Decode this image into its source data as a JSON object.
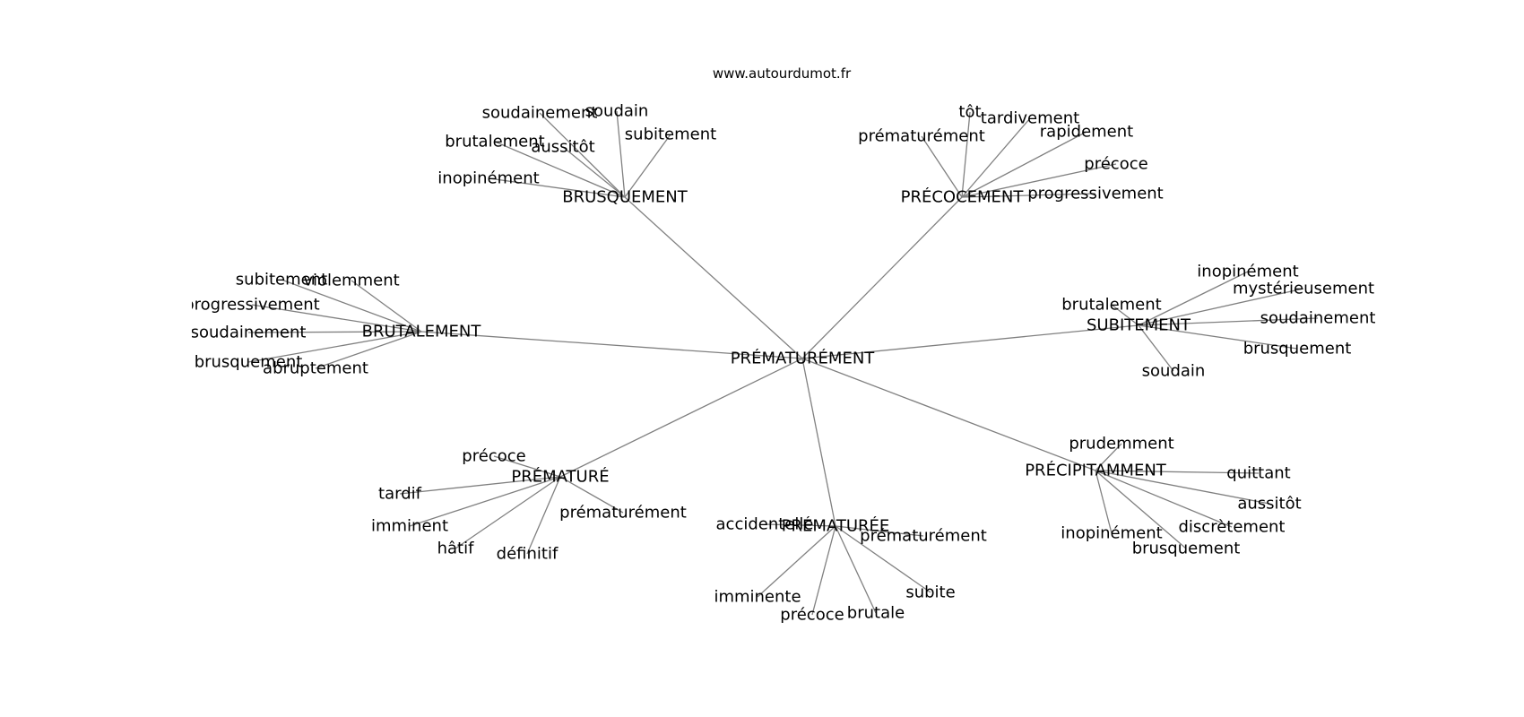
{
  "site": "www.autourdumot.fr",
  "center": "PRÉMATURÉMENT",
  "hubs": [
    {
      "id": "brusquement",
      "label": "BRUSQUEMENT",
      "leaves": [
        "soudainement",
        "soudain",
        "subitement",
        "brutalement",
        "aussitôt",
        "inopinément"
      ]
    },
    {
      "id": "precocement",
      "label": "PRÉCOCEMENT",
      "leaves": [
        "tôt",
        "tardivement",
        "prématurément",
        "rapidement",
        "précoce",
        "progressivement"
      ]
    },
    {
      "id": "brutalement",
      "label": "BRUTALEMENT",
      "leaves": [
        "subitement",
        "violemment",
        "progressivement",
        "soudainement",
        "brusquement",
        "abruptement"
      ]
    },
    {
      "id": "subitement",
      "label": "SUBITEMENT",
      "leaves": [
        "inopinément",
        "mystérieusement",
        "brutalement",
        "soudainement",
        "brusquement",
        "soudain"
      ]
    },
    {
      "id": "premature",
      "label": "PRÉMATURÉ",
      "leaves": [
        "précoce",
        "tardif",
        "imminent",
        "prématurément",
        "hâtif",
        "définitif"
      ]
    },
    {
      "id": "prematuree",
      "label": "PRÉMATURÉE",
      "leaves": [
        "accidentelle",
        "prématurément",
        "imminente",
        "subite",
        "précoce",
        "brutale"
      ]
    },
    {
      "id": "precipitamment",
      "label": "PRÉCIPITAMMENT",
      "leaves": [
        "prudemment",
        "quittant",
        "aussitôt",
        "inopinément",
        "discrètement",
        "brusquement"
      ]
    }
  ]
}
